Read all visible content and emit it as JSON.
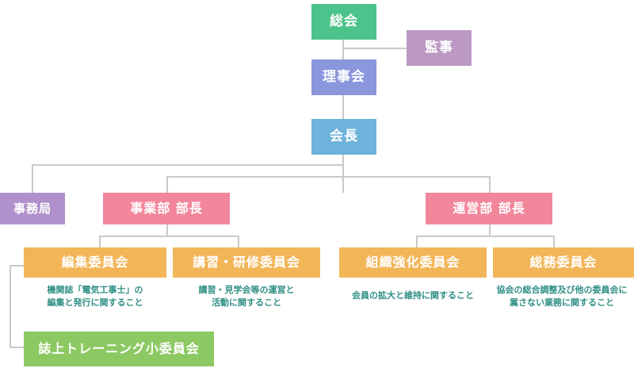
{
  "diagram": {
    "title": "organization-chart",
    "colors": {
      "general_assembly": "#4cc38a",
      "auditor": "#bb99c4",
      "board": "#8a97dd",
      "president": "#6eb3dc",
      "secretariat": "#b091cb",
      "department_head": "#f2879c",
      "committee": "#f2b659",
      "subcommittee": "#8dc963",
      "connector": "#c9c9c9",
      "description_text": "#2f8f84",
      "node_text": "#ffffff",
      "background": "#ffffff"
    },
    "nodes": {
      "general_assembly": {
        "label": "総会"
      },
      "auditor": {
        "label": "監事"
      },
      "board": {
        "label": "理事会"
      },
      "president": {
        "label": "会長"
      },
      "secretariat": {
        "label": "事務局"
      },
      "business_dept_head": {
        "label": "事業部 部長"
      },
      "operations_dept_head": {
        "label": "運営部 部長"
      },
      "editorial_committee": {
        "label": "編集委員会"
      },
      "training_committee": {
        "label": "講習・研修委員会"
      },
      "organization_committee": {
        "label": "組織強化委員会"
      },
      "general_affairs_committee": {
        "label": "総務委員会"
      },
      "training_subcommittee": {
        "label": "誌上トレーニング小委員会"
      }
    },
    "descriptions": {
      "editorial": "機関誌「電気工事士」の\n編集と発行に関すること",
      "training": "講習・見学会等の運営と\n活動に関すること",
      "organization": "会員の拡大と維持に関すること",
      "general_affairs": "協会の総合調整及び他の委員会に\n属さない業務に関すること"
    }
  }
}
